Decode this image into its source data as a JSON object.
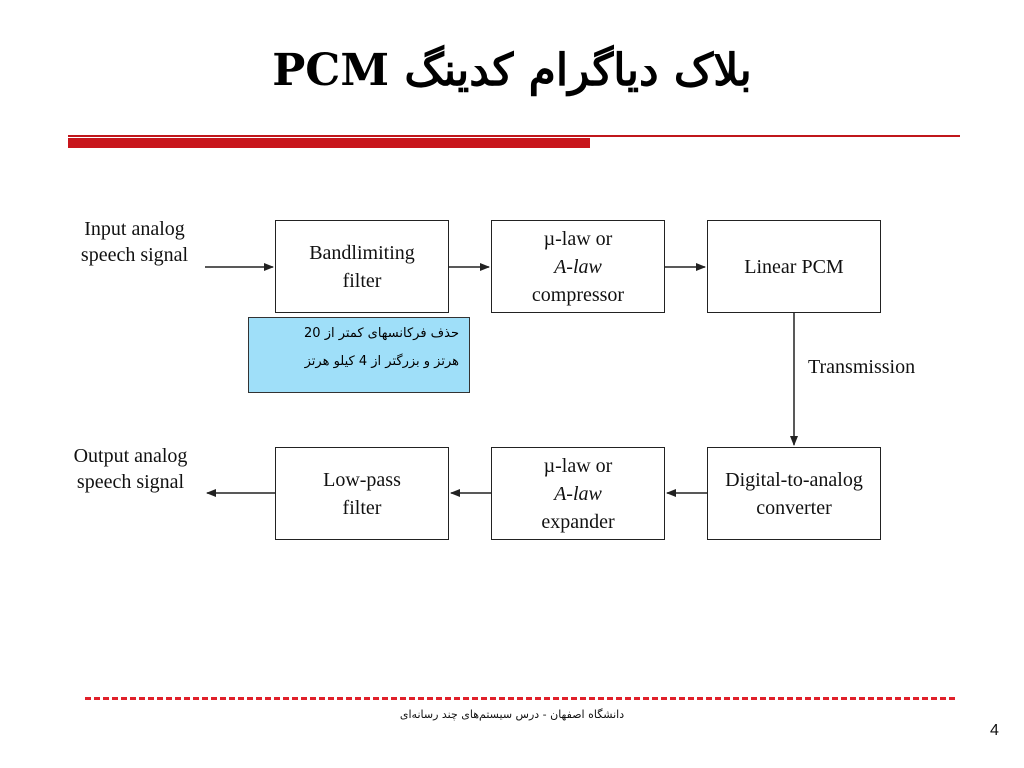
{
  "slide": {
    "title": "بلاک دیاگرام کدینگ PCM",
    "footer": "دانشگاه اصفهان - درس سیستم‌های چند رسانه‌ای",
    "page_number": "4"
  },
  "diagram": {
    "input_label_line1": "Input analog",
    "input_label_line2": "speech signal",
    "output_label_line1": "Output analog",
    "output_label_line2": "speech signal",
    "transmission_label": "Transmission",
    "blocks": {
      "bandlimiting": [
        "Bandlimiting",
        "filter"
      ],
      "compressor": [
        "µ-law or",
        "A-law",
        "compressor"
      ],
      "linear_pcm": [
        "Linear PCM"
      ],
      "dac": [
        "Digital-to-analog",
        "converter"
      ],
      "expander": [
        "µ-law or",
        "A-law",
        "expander"
      ],
      "lowpass": [
        "Low-pass",
        "filter"
      ]
    },
    "note_line1": "حذف فرکانسهای کمتر از 20",
    "note_line2": "هرتز و بزرگتر از 4 کیلو هرتز"
  },
  "colors": {
    "accent_red": "#c8161c",
    "note_fill": "#9fdff9"
  }
}
